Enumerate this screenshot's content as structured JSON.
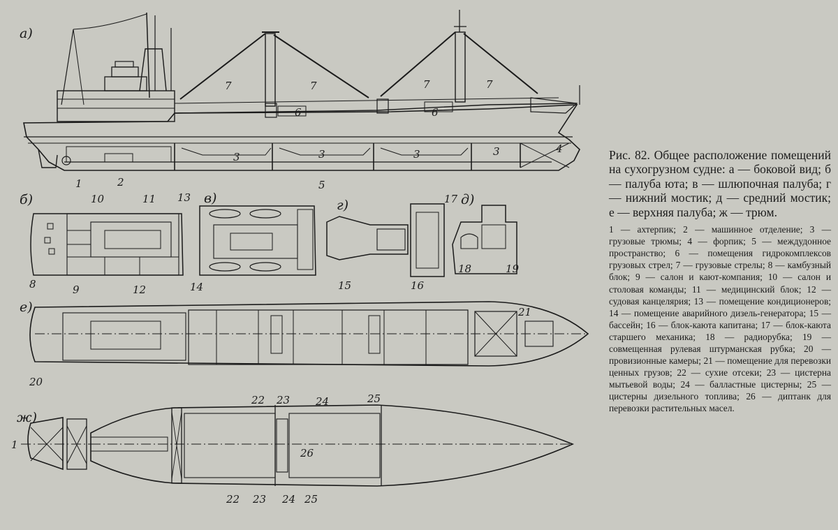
{
  "section_labels": {
    "a": "а)",
    "b": "б)",
    "v": "в)",
    "g": "г)",
    "d": "д)",
    "e": "е)",
    "zh": "ж)"
  },
  "callouts": {
    "profile": [
      "7",
      "7",
      "7",
      "7",
      "6",
      "6",
      "3",
      "3",
      "3",
      "3",
      "4",
      "1",
      "2",
      "5"
    ],
    "poop_deck": [
      "10",
      "11",
      "8",
      "9",
      "12"
    ],
    "boat_deck": [
      "13",
      "14"
    ],
    "lower_bridge": [
      "15",
      "16",
      "17"
    ],
    "middle_bridge": [
      "18",
      "19"
    ],
    "upper_deck": [
      "21",
      "20"
    ],
    "hold": [
      "1",
      "22",
      "23",
      "24",
      "25",
      "26",
      "22",
      "23",
      "24",
      "25"
    ]
  },
  "caption": {
    "title": "Рис. 82. Общее расположение помещений на сухогрузном судне: а — боковой вид; б — палуба юта; в — шлюпочная палуба; г — нижний мостик; д — средний мостик; е — верхняя палуба; ж — трюм.",
    "legend": "1 — ахтерпик; 2 — машинное отделение; 3 — грузовые трюмы; 4 — форпик; 5 — междудонное пространство; 6 — помещения гидрокомплексов грузовых стрел; 7 — грузовые стрелы; 8 — камбузный блок; 9 — салон и кают-компания; 10 — салон и столовая команды; 11 — медицинский блок; 12 — судовая канцелярия; 13 — помещение кондиционеров; 14 — помещение аварийного дизель-генератора; 15 — бассейн; 16 — блок-каюта капитана; 17 — блок-каюта старшего механика; 18 — радиорубка; 19 — совмещенная рулевая штурманская рубка; 20 — провизионные камеры; 21 — помещение для перевозки ценных грузов; 22 — сухие отсеки; 23 — цистерна мытьевой воды; 24 — балластные цистерны; 25 — цистерны дизельного топлива; 26 — диптанк для перевозки растительных масел."
  }
}
